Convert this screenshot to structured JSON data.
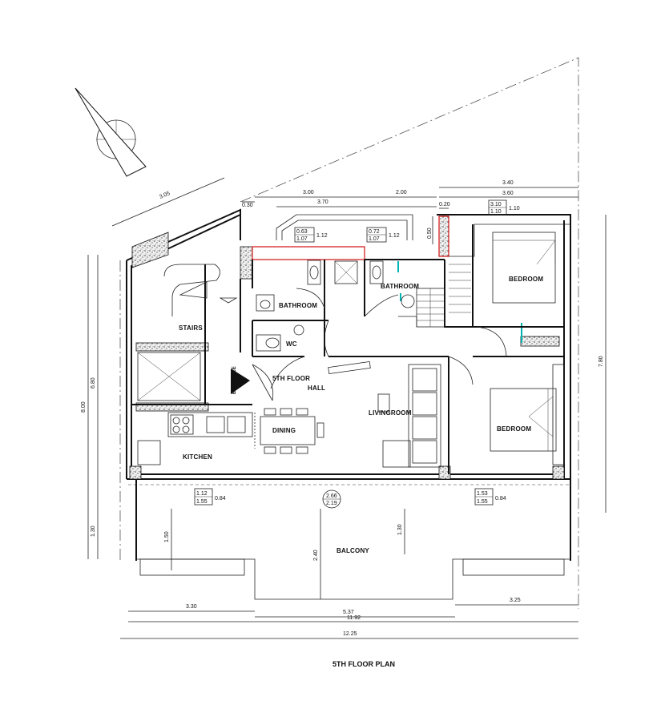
{
  "title": "5TH FLOOR PLAN",
  "rooms": {
    "bathroom_1": "BATHROOM",
    "bathroom_2": "BATHROOM",
    "wc": "WC",
    "stairs": "STAIRS",
    "hall_line1": "5TH FLOOR",
    "hall_line2": "HALL",
    "dining": "DINING",
    "living": "LIVINGROOM",
    "kitchen": "KITCHEN",
    "bedroom_1": "BEDROOM",
    "bedroom_2": "BEDROOM",
    "balcony": "BALCONY",
    "entrance": "ENTRANCE"
  },
  "window_tags": {
    "w1": {
      "top": "0.63",
      "bottom": "1.07",
      "side": "1.12"
    },
    "w2": {
      "top": "0.72",
      "bottom": "1.07",
      "side": "1.12"
    },
    "w3": {
      "top": "3.10",
      "bottom": "1.10",
      "side": "1.10"
    },
    "w4": {
      "top": "1.12",
      "bottom": "1.55",
      "side": "0.84"
    },
    "w5": {
      "top": "2.66",
      "bottom": "2.19"
    },
    "w6": {
      "top": "1.53",
      "bottom": "1.55",
      "side": "0.84"
    }
  },
  "dimensions": {
    "d_305": "3.05",
    "d_030": "0.30",
    "d_300": "3.00",
    "d_370": "3.70",
    "d_200": "2.00",
    "d_020": "0.20",
    "d_340": "3.40",
    "d_360": "3.60",
    "d_050": "0.50",
    "d_800": "8.00",
    "d_680": "6.80",
    "d_130": "1.30",
    "d_780": "7.80",
    "d_150": "1.50",
    "d_240": "2.40",
    "d_130b": "1.30",
    "d_330": "3.30",
    "d_537": "5.37",
    "d_325": "3.25",
    "d_1192": "11.92",
    "d_1225": "12.25"
  },
  "colors": {
    "wall": "#111111",
    "highlight_red": "#d01010",
    "highlight_cyan": "#00b3b3"
  },
  "icons": {
    "north_arrow": "north-arrow-icon"
  }
}
